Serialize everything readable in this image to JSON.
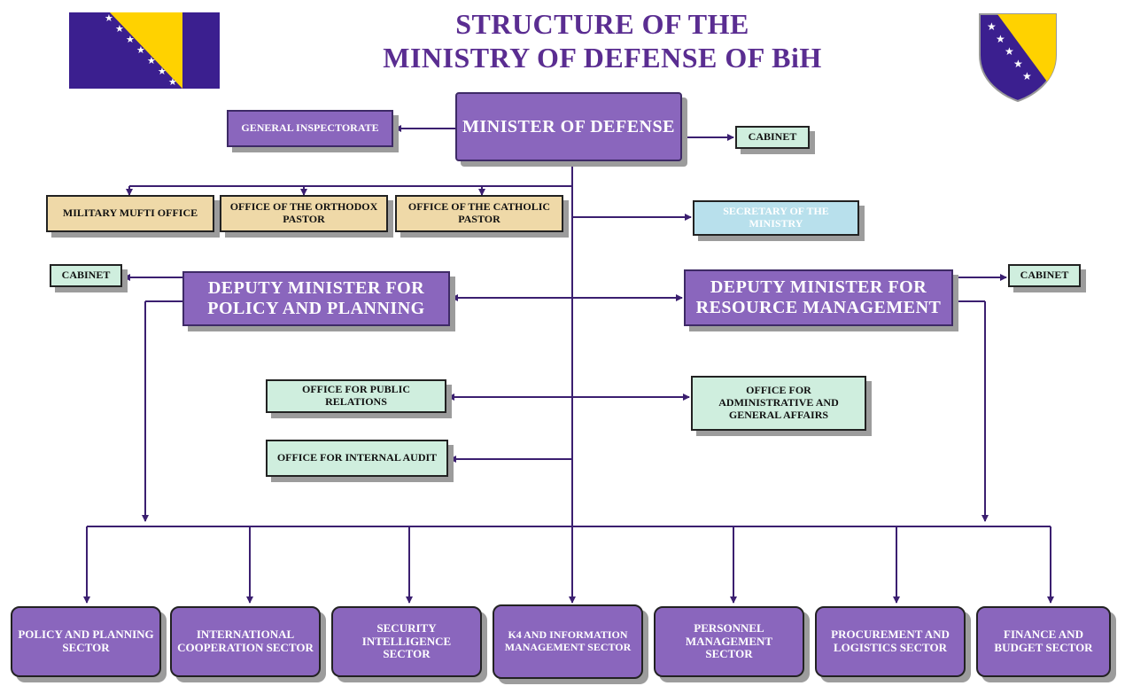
{
  "title_line1": "STRUCTURE OF THE",
  "title_line2": "MINISTRY OF DEFENSE OF BiH",
  "colors": {
    "title": "#5a2d91",
    "purple_box": "#8a66bd",
    "office_tan": "#efd9a8",
    "office_mint": "#cfeede",
    "secretary": "#b8e0ec",
    "flag_blue": "#3b1f8f",
    "flag_yellow": "#ffd200",
    "connector": "#3b1f70"
  },
  "icons": [
    "bih-flag-icon",
    "bih-coat-of-arms-icon"
  ],
  "minister": "MINISTER OF DEFENSE",
  "general_inspectorate": "GENERAL INSPECTORATE",
  "cabinet_top": "CABINET",
  "mufti_office": "MILITARY MUFTI OFFICE",
  "orthodox_office": "OFFICE OF THE ORTHODOX PASTOR",
  "catholic_office": "OFFICE OF THE CATHOLIC PASTOR",
  "secretary": "SECRETARY OF THE MINISTRY",
  "cabinet_left": "CABINET",
  "deputy_policy": "DEPUTY MINISTER FOR POLICY AND PLANNING",
  "deputy_resource": "DEPUTY MINISTER FOR RESOURCE MANAGEMENT",
  "cabinet_right": "CABINET",
  "public_relations": "OFFICE FOR PUBLIC RELATIONS",
  "admin_affairs": "OFFICE FOR ADMINISTRATIVE AND GENERAL AFFAIRS",
  "internal_audit": "OFFICE FOR INTERNAL AUDIT",
  "sectors": [
    "POLICY AND PLANNING SECTOR",
    "INTERNATIONAL COOPERATION SECTOR",
    "SECURITY INTELLIGENCE SECTOR",
    "K4 AND INFORMATION MANAGEMENT SECTOR",
    "PERSONNEL MANAGEMENT SECTOR",
    "PROCUREMENT AND LOGISTICS SECTOR",
    "FINANCE AND BUDGET SECTOR"
  ]
}
